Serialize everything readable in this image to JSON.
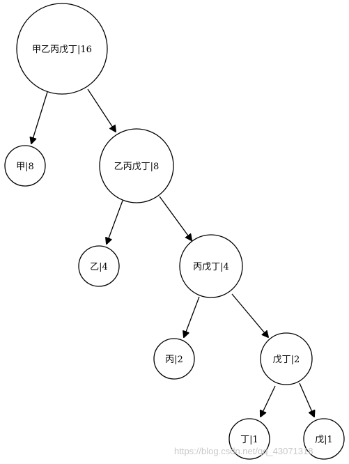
{
  "nodes": {
    "root": {
      "label": "甲乙丙戊丁|16"
    },
    "n_jia": {
      "label": "甲|8"
    },
    "n_yibingwuding": {
      "label": "乙丙戊丁|8"
    },
    "n_yi": {
      "label": "乙|4"
    },
    "n_bingwuding": {
      "label": "丙戊丁|4"
    },
    "n_bing": {
      "label": "丙|2"
    },
    "n_wuding": {
      "label": "戊丁|2"
    },
    "n_ding": {
      "label": "丁|1"
    },
    "n_wu": {
      "label": "戊|1"
    }
  },
  "edges": [
    {
      "from": "甲乙丙戊丁|16",
      "to": "甲|8"
    },
    {
      "from": "甲乙丙戊丁|16",
      "to": "乙丙戊丁|8"
    },
    {
      "from": "乙丙戊丁|8",
      "to": "乙|4"
    },
    {
      "from": "乙丙戊丁|8",
      "to": "丙戊丁|4"
    },
    {
      "from": "丙戊丁|4",
      "to": "丙|2"
    },
    {
      "from": "丙戊丁|4",
      "to": "戊丁|2"
    },
    {
      "from": "戊丁|2",
      "to": "丁|1"
    },
    {
      "from": "戊丁|2",
      "to": "戊|1"
    }
  ],
  "watermark": "https://blog.csdn.net/qq_43071318"
}
